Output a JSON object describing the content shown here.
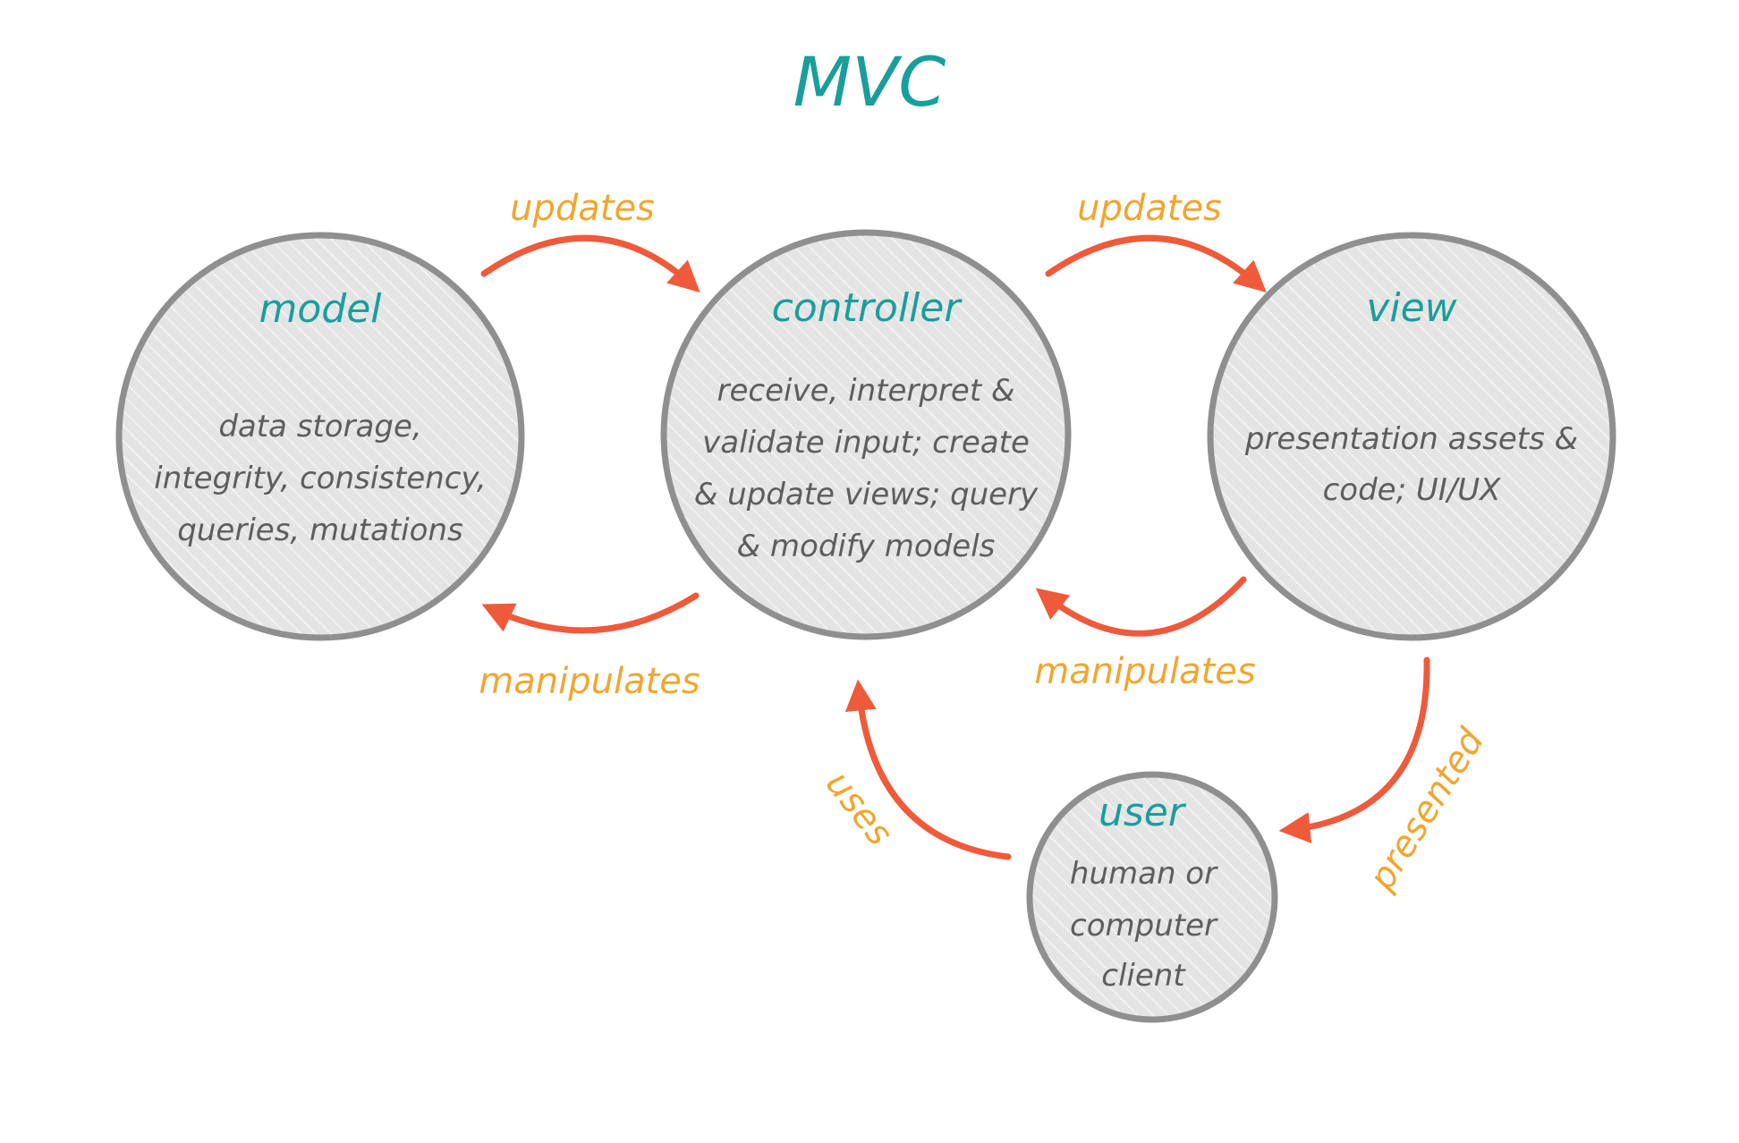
{
  "title": "MVC",
  "nodes": {
    "model": {
      "title": "model",
      "lines": [
        "data storage,",
        "integrity, consistency,",
        "queries, mutations"
      ]
    },
    "controller": {
      "title": "controller",
      "lines": [
        "receive, interpret &",
        "validate input; create",
        "& update views; query",
        "& modify models"
      ]
    },
    "view": {
      "title": "view",
      "lines": [
        "presentation assets &",
        "code; UI/UX"
      ]
    },
    "user": {
      "title": "user",
      "lines": [
        "human or",
        "computer",
        "client"
      ]
    }
  },
  "edges": {
    "model_to_controller": "updates",
    "controller_to_view": "updates",
    "controller_to_model": "manipulates",
    "view_to_controller": "manipulates",
    "view_to_user": "presented",
    "user_to_controller": "uses"
  },
  "colors": {
    "title": "#1a9e9c",
    "edge_label": "#f0a630",
    "arrow": "#ef5a3b",
    "node_fill": "#e3e3e3",
    "node_stroke": "#8f8f8f",
    "body_text": "#5d5d5d"
  }
}
